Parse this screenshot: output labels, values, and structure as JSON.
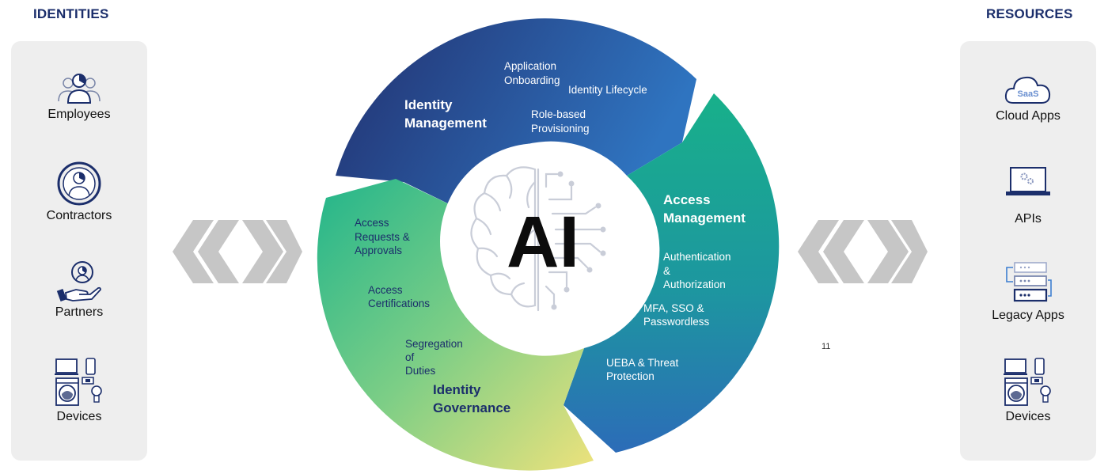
{
  "identities": {
    "heading": "IDENTITIES",
    "items": [
      {
        "label": "Employees",
        "icon": "employees-icon"
      },
      {
        "label": "Contractors",
        "icon": "contractor-icon"
      },
      {
        "label": "Partners",
        "icon": "partner-hand-icon"
      },
      {
        "label": "Devices",
        "icon": "devices-icon"
      }
    ]
  },
  "resources": {
    "heading": "RESOURCES",
    "items": [
      {
        "label": "Cloud Apps",
        "icon": "saas-cloud-icon",
        "icon_text": "SaaS"
      },
      {
        "label": "APIs",
        "icon": "laptop-gears-icon"
      },
      {
        "label": "Legacy Apps",
        "icon": "server-stack-icon"
      },
      {
        "label": "Devices",
        "icon": "devices-icon"
      }
    ]
  },
  "cycle": {
    "center": "AI",
    "identity_management": {
      "title": [
        "Identity",
        "Management"
      ],
      "items": [
        [
          "Application",
          "Onboarding"
        ],
        [
          "Identity Lifecycle"
        ],
        [
          "Role-based",
          "Provisioning"
        ]
      ]
    },
    "access_management": {
      "title": [
        "Access",
        "Management"
      ],
      "items": [
        [
          "Authentication",
          "&",
          "Authorization"
        ],
        [
          "MFA, SSO &",
          "Passwordless"
        ],
        [
          "UEBA & Threat",
          "Protection"
        ]
      ]
    },
    "identity_governance": {
      "title": [
        "Identity",
        "Governance"
      ],
      "items": [
        [
          "Access",
          "Requests &",
          "Approvals"
        ],
        [
          "Access",
          "Certifications"
        ],
        [
          "Segregation",
          "of",
          "Duties"
        ]
      ]
    }
  },
  "page_number": "11",
  "colors": {
    "navy": "#1b2e6b",
    "idm_dark": "#25357a",
    "idm_light": "#2f72bd",
    "am_teal": "#1aa88a",
    "am_blue": "#2a6fb8",
    "ig_green": "#2eb88c",
    "ig_yellow": "#e8e07a",
    "chevron_gray": "#c6c6c6",
    "panel_bg": "#eeeeee"
  }
}
